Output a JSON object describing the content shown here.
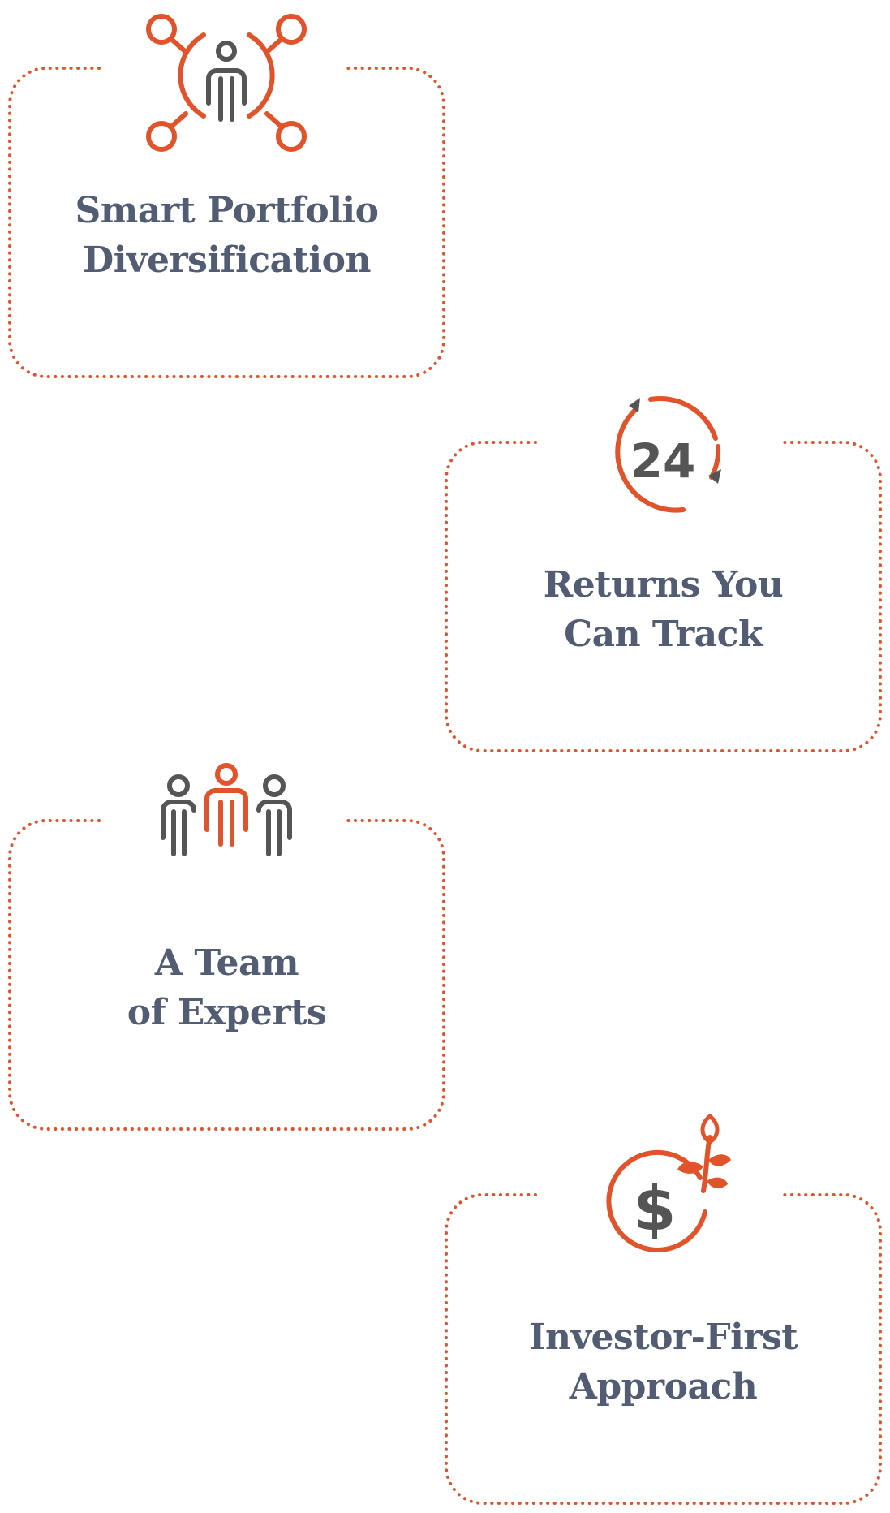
{
  "colors": {
    "accent": "#e1532a",
    "icon_gray": "#555555",
    "title_text": "#525c73"
  },
  "cards": [
    {
      "icon": "person-network-icon",
      "title_lines": [
        "Smart Portfolio",
        "Diversification"
      ]
    },
    {
      "icon": "clock-24-icon",
      "icon_text": "24",
      "title_lines": [
        "Returns You",
        "Can Track"
      ]
    },
    {
      "icon": "team-icon",
      "title_lines": [
        "A Team",
        "of Experts"
      ]
    },
    {
      "icon": "dollar-growth-icon",
      "icon_text": "$",
      "title_lines": [
        "Investor-First",
        "Approach"
      ]
    }
  ]
}
